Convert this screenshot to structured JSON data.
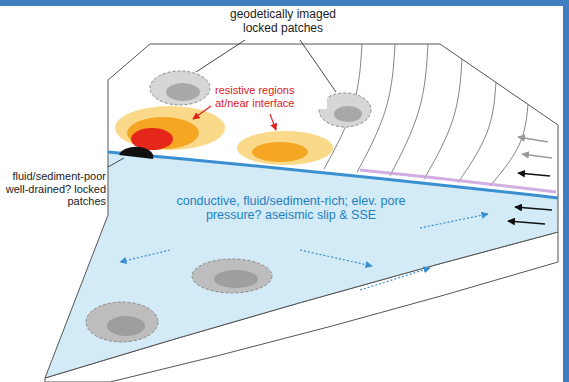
{
  "diagram": {
    "labels": [
      "geodetically imaged locked patches",
      "resistive regions at/near interface",
      "fluid/sediment-poor well-drained? locked patches",
      "conductive, fluid/sediment-rich; elev. pore pressure? aseismic slip & SSE"
    ]
  }
}
